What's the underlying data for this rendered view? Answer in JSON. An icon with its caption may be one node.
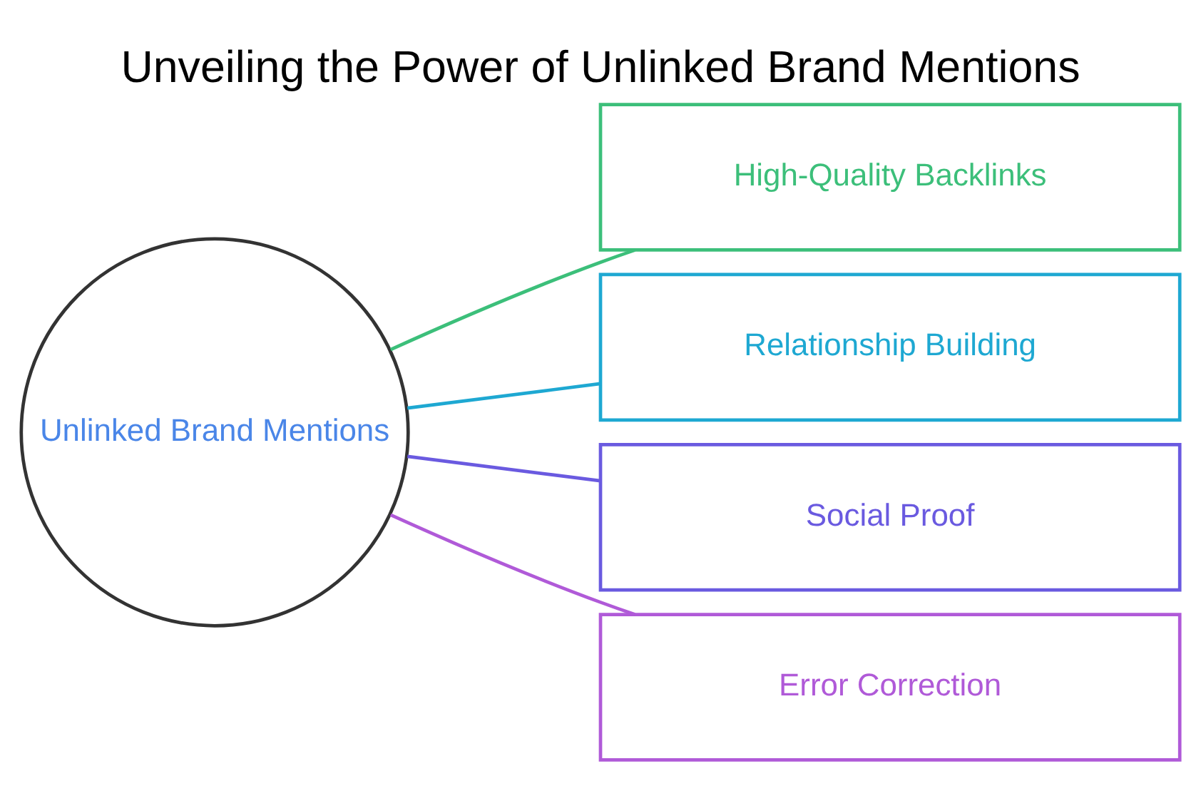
{
  "diagram": {
    "title": "Unveiling the Power of Unlinked Brand Mentions",
    "nodes": [
      {
        "text": [
          "Unlinked Brand Mentions"
        ]
      },
      {
        "text": [
          "High-Quality Backlinks"
        ]
      },
      {
        "text": [
          "Relationship Building"
        ]
      },
      {
        "text": [
          "Social Proof"
        ]
      },
      {
        "text": [
          "Error Correction"
        ]
      }
    ],
    "edges": [
      {
        "from": 0,
        "to": 1,
        "arrow": "none",
        "color": "#3cbf7a"
      },
      {
        "from": 0,
        "to": 2,
        "arrow": "none",
        "color": "#1ea8d2"
      },
      {
        "from": 0,
        "to": 3,
        "arrow": "none",
        "color": "#6a5ae0"
      },
      {
        "from": 0,
        "to": 4,
        "arrow": "none",
        "color": "#b05ad8"
      }
    ]
  }
}
